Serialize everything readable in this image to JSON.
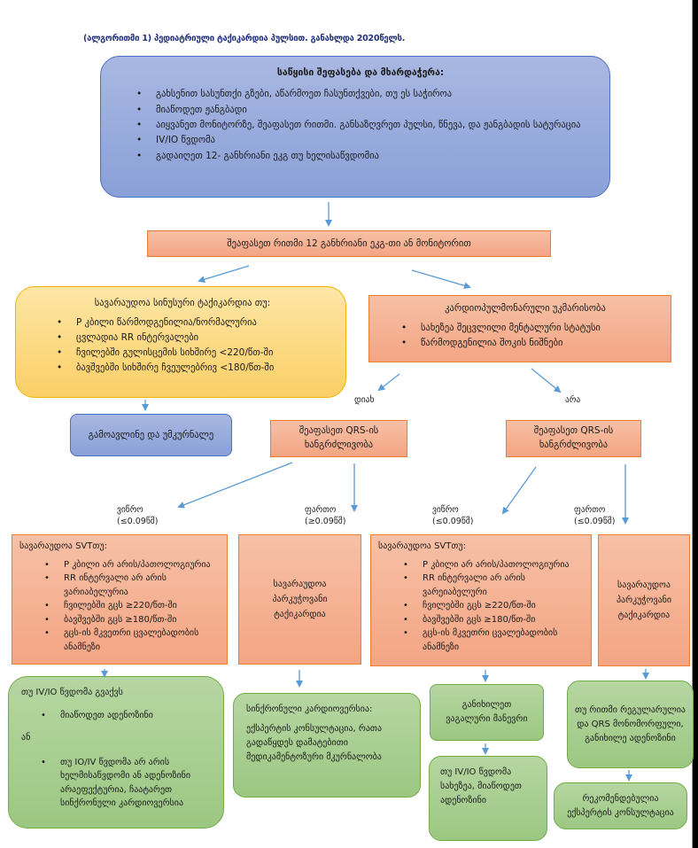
{
  "title": "(ალგორითმი 1) პედიატრიული ტაქიკარდია პულსით. განახლდა 2020წელს.",
  "colors": {
    "blue_fill": "#8aa0d8",
    "orange_fill": "#f3a583",
    "yellow_fill": "#fbcf66",
    "green_fill": "#9cc782",
    "arrow": "#5b9bd5"
  },
  "initial": {
    "heading": "საწყისი შეფასება და მხარდაჭერა:",
    "items": [
      "გახსენით სასუნთქი გზები, აწარმოეთ ჩასუნთქვები, თუ ეს საჭიროა",
      "მიაწოდეთ ჟანგბადი",
      "აიყვანეთ მონიტორზე, შეაფასეთ რითმი. განსაზღვრეთ პულსი, წნევა, და ჟანგბადის სატურაცია",
      "IV/IO წვდომა",
      "გადაიღეთ 12- განხრიანი ეკგ თუ ხელისაწვდომია"
    ]
  },
  "assess_rhythm": "შეაფასეთ რითმი 12 განხრიანი ეკგ-თი ან მონიტორით",
  "sinus": {
    "heading": "სავარაუდოა სინუსური ტაქიკარდია თუ:",
    "items": [
      "P კბილი წარმოდგენილია/ნორმალურია",
      "ცვლადია RR ინტერვალები",
      "ჩვილებში გულისცემის სიხშირე <220/წთ-ში",
      "ბავშვებში სიხშირე ჩვეულებრივ <180/წთ-ში"
    ]
  },
  "identify_treat": "გამოავლინე და უმკურნალე",
  "cardiopulm": {
    "heading": "კარდიოპულმონარული უკმარისობა",
    "items": [
      "სახეზეა შეცვლილი მენტალური სტატუსი",
      "წარმოდგენილია შოკის ნიშნები"
    ]
  },
  "branch_labels": {
    "yes": "დიახ",
    "no": "არა"
  },
  "qrs_left": "შეაფასეთ QRS-ის ხანგრძლივობა",
  "qrs_right": "შეაფასეთ QRS-ის ხანგრძლივობა",
  "qrs_labels": [
    {
      "name": "ვიწრო",
      "range": "(≤0.09წმ)"
    },
    {
      "name": "ფართო",
      "range": "(≥0.09წმ)"
    },
    {
      "name": "ვიწრო",
      "range": "(≤0.09წმ)"
    },
    {
      "name": "ფართო",
      "range": "(≤0.09წმ)"
    }
  ],
  "svt_left": {
    "heading": "სავარაუდოა SVTთუ:",
    "items": [
      "P კბილი  არ არის/პათოლოგიურია",
      "RR ინტერვალი არ არის ვარიაბელურია",
      "ჩვილებში გცს ≥220/წთ-ში",
      "ბავშვებში გცს ≥180/წთ-ში",
      "გცს-ის მკვეთრი ცვალებადობის ანამნეზი"
    ]
  },
  "vt_left": "სავარაუდოა პარკუჭოვანი ტაქიკარდია",
  "svt_right": {
    "heading": "სავარაუდოა SVTთუ:",
    "items": [
      "P კბილი  არ არის/პათოლოგიურია",
      "RR ინტერვალი არ არის ვარეიაბელური",
      "ჩვილებში გცს ≥220/წთ-ში",
      "ბავშვებში გცს ≥180/წთ-ში",
      "გცს-ის მკვეთრი ცვალებადობის ანამნეზი"
    ]
  },
  "vt_right": "სავარაუდოა პარკუჭოვანი ტაქიკარდია",
  "green_left": {
    "line1": "თუ IV/IO წვდომა გვაქვს",
    "item1": "მიაწოდეთ ადენოზინი",
    "or": "ან",
    "item2": "თუ IO/IV წვდომა არ არის ხელმისაწვდომი ან ადენოზინი არაეფექტურია, ჩაატარეთ სინქრონული კარდიოვერსია"
  },
  "green_sync": {
    "heading": "სინქრონული კარდიოვერსია:",
    "body": "ექსპერტის კონსულტაცია, რათა გადაწყდეს დამატებითი მედიკამენტოზური მკურნალობა"
  },
  "green_vagal": "განიხილეთ ვაგალური მანევრი",
  "green_adenosine": "თუ IV/IO წვდომა სახეზეა, მიაწოდეთ ადენოზინი",
  "green_regular": "თუ რითმი რეგულარულია და QRS მონომორფული, განიხილე ადენოზინი",
  "green_expert": "რეკომენდებულია ექსპერტის კონსულტაცია"
}
